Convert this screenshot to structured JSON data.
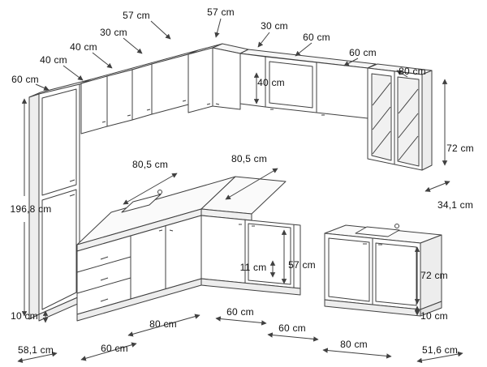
{
  "diagram": {
    "kind": "kitchen-cabinet-dimension-drawing",
    "unit": "cm"
  },
  "colors": {
    "line": "#404040",
    "text": "#111111",
    "background": "#ffffff"
  },
  "labels": [
    {
      "id": "top-57-left",
      "text": "57 cm"
    },
    {
      "id": "top-57-right",
      "text": "57 cm"
    },
    {
      "id": "top-30-left",
      "text": "30 cm"
    },
    {
      "id": "top-30-right",
      "text": "30 cm"
    },
    {
      "id": "top-60-right-1",
      "text": "60 cm"
    },
    {
      "id": "top-40-left-1",
      "text": "40 cm"
    },
    {
      "id": "top-40-left-2",
      "text": "40 cm"
    },
    {
      "id": "top-60-right-2",
      "text": "60 cm"
    },
    {
      "id": "top-60-left",
      "text": "60 cm"
    },
    {
      "id": "top-80-right",
      "text": "80 cm"
    },
    {
      "id": "height-40-wall",
      "text": "40 cm"
    },
    {
      "id": "right-72-upper",
      "text": "72 cm"
    },
    {
      "id": "right-34-1-depth",
      "text": "34,1 cm"
    },
    {
      "id": "counter-80-5-left",
      "text": "80,5 cm"
    },
    {
      "id": "counter-80-5-right",
      "text": "80,5 cm"
    },
    {
      "id": "left-196-8-height",
      "text": "196,8 cm"
    },
    {
      "id": "mid-11-filler",
      "text": "11 cm"
    },
    {
      "id": "mid-57-height",
      "text": "57 cm"
    },
    {
      "id": "bottom-60-a",
      "text": "60 cm"
    },
    {
      "id": "bottom-80-a",
      "text": "80 cm"
    },
    {
      "id": "left-10-plinth",
      "text": "10 cm"
    },
    {
      "id": "bottom-60-b",
      "text": "60 cm"
    },
    {
      "id": "bottom-58-1-depth",
      "text": "58,1 cm"
    },
    {
      "id": "bottom-60-c",
      "text": "60 cm"
    },
    {
      "id": "bottom-80-b",
      "text": "80 cm"
    },
    {
      "id": "right-72-lower",
      "text": "72 cm"
    },
    {
      "id": "right-10-plinth",
      "text": "10 cm"
    },
    {
      "id": "bottom-51-6-depth",
      "text": "51,6 cm"
    }
  ]
}
